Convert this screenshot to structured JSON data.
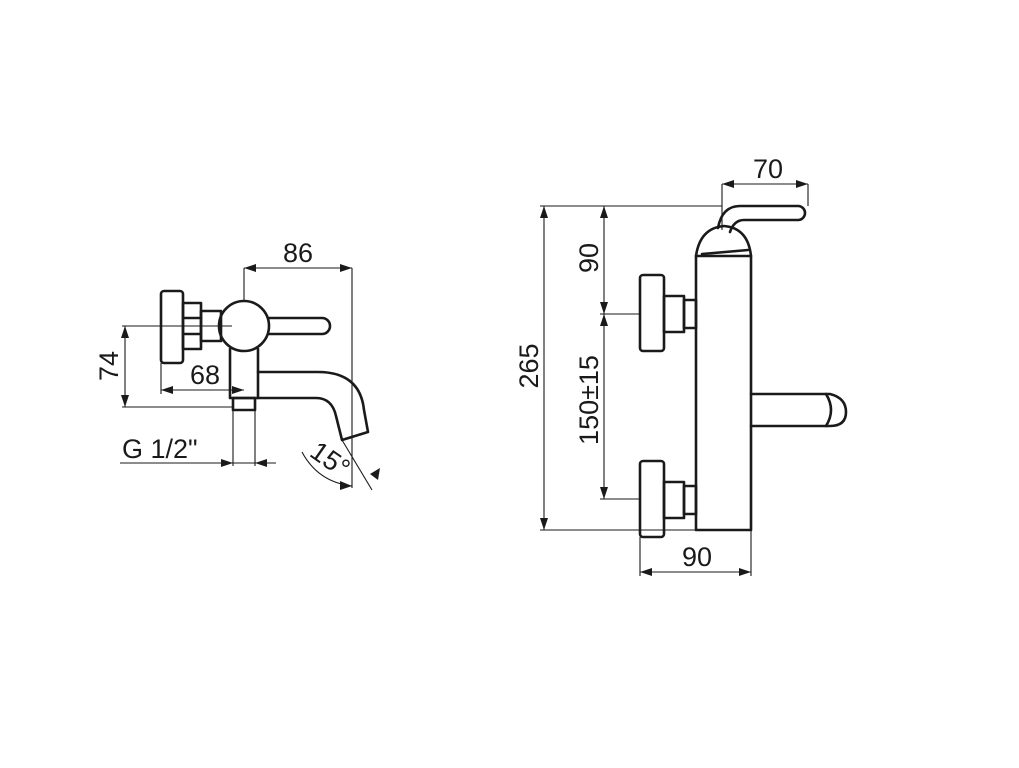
{
  "side_view": {
    "dims": {
      "width_86": "86",
      "height_74": "74",
      "offset_68": "68",
      "thread": "G 1/2\"",
      "angle": "15°"
    }
  },
  "front_view": {
    "dims": {
      "top_70": "70",
      "total_265": "265",
      "upper_90": "90",
      "spacing": "150±15",
      "bottom_90": "90"
    }
  }
}
